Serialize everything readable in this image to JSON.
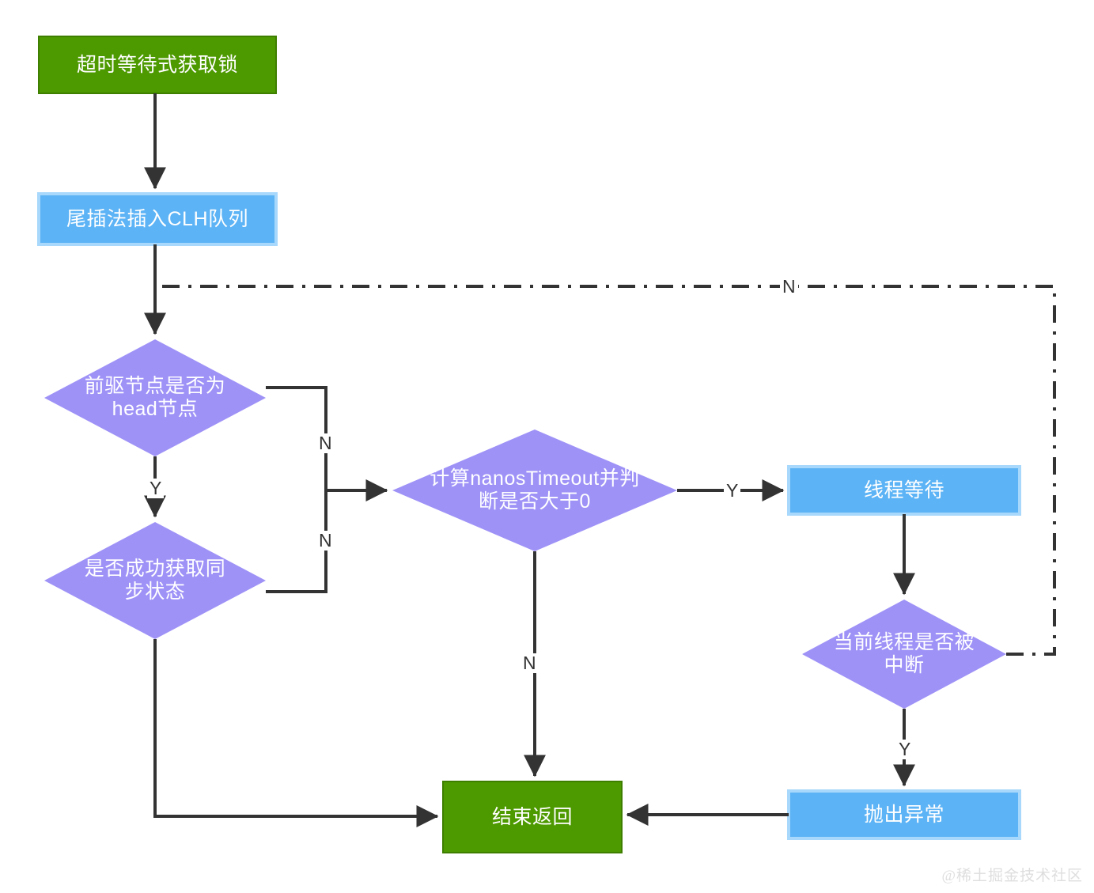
{
  "diagram": {
    "title_node": "超时等待式获取锁",
    "colors": {
      "green_fill": "#4d9900",
      "green_stroke": "#3f7f00",
      "blue_fill": "#5cb3f5",
      "blue_stroke": "#a8d8fb",
      "purple_fill": "#9e92f7",
      "line": "#333333",
      "label_text": "#333333",
      "node_text": "#ffffff",
      "watermark": "#dedede",
      "background": "#ffffff"
    },
    "nodes": [
      {
        "id": "start",
        "shape": "rect",
        "label": "超时等待式获取锁",
        "color": "green"
      },
      {
        "id": "enqueue",
        "shape": "rect",
        "label": "尾插法插入CLH队列",
        "color": "blue"
      },
      {
        "id": "is-head",
        "shape": "diamond",
        "label": "前驱节点是否为\nhead节点",
        "color": "purple"
      },
      {
        "id": "acquire-ok",
        "shape": "diamond",
        "label": "是否成功获取同\n步状态",
        "color": "purple"
      },
      {
        "id": "calc-timeout",
        "shape": "diamond",
        "label": "计算nanosTimeout并判\n断是否大于0",
        "color": "purple"
      },
      {
        "id": "thread-wait",
        "shape": "rect",
        "label": "线程等待",
        "color": "blue"
      },
      {
        "id": "interrupted",
        "shape": "diamond",
        "label": "当前线程是否被\n中断",
        "color": "purple"
      },
      {
        "id": "throw-ex",
        "shape": "rect",
        "label": "抛出异常",
        "color": "blue"
      },
      {
        "id": "finish",
        "shape": "rect",
        "label": "结束返回",
        "color": "green"
      }
    ],
    "edges": [
      {
        "id": "start-to-enqueue",
        "from": "start",
        "to": "enqueue",
        "label": "",
        "style": "solid"
      },
      {
        "id": "enqueue-to-is-head",
        "from": "enqueue",
        "to": "is-head",
        "label": "",
        "style": "solid"
      },
      {
        "id": "is-head-yes-to-acquire",
        "from": "is-head",
        "to": "acquire-ok",
        "label": "Y",
        "style": "solid"
      },
      {
        "id": "is-head-no-to-calc",
        "from": "is-head",
        "to": "calc-timeout",
        "label": "N",
        "style": "solid"
      },
      {
        "id": "acquire-no-to-calc",
        "from": "acquire-ok",
        "to": "calc-timeout",
        "label": "N",
        "style": "solid"
      },
      {
        "id": "acquire-yes-to-finish",
        "from": "acquire-ok",
        "to": "finish",
        "label": "",
        "style": "solid"
      },
      {
        "id": "calc-yes-to-thread-wait",
        "from": "calc-timeout",
        "to": "thread-wait",
        "label": "Y",
        "style": "solid"
      },
      {
        "id": "calc-no-to-finish",
        "from": "calc-timeout",
        "to": "finish",
        "label": "N",
        "style": "solid"
      },
      {
        "id": "thread-wait-to-interrupted",
        "from": "thread-wait",
        "to": "interrupted",
        "label": "",
        "style": "solid"
      },
      {
        "id": "interrupted-yes-to-throw",
        "from": "interrupted",
        "to": "throw-ex",
        "label": "Y",
        "style": "solid"
      },
      {
        "id": "interrupted-no-loop-back",
        "from": "interrupted",
        "to": "is-head",
        "label": "N",
        "style": "dash-dot"
      },
      {
        "id": "throw-to-finish",
        "from": "throw-ex",
        "to": "finish",
        "label": "",
        "style": "solid"
      }
    ],
    "edge_labels": {
      "is_head_no": "N",
      "is_head_yes": "Y",
      "acquire_no": "N",
      "calc_yes": "Y",
      "calc_no": "N",
      "interrupted_yes": "Y",
      "interrupted_no": "N"
    },
    "watermark": "@稀土掘金技术社区"
  }
}
